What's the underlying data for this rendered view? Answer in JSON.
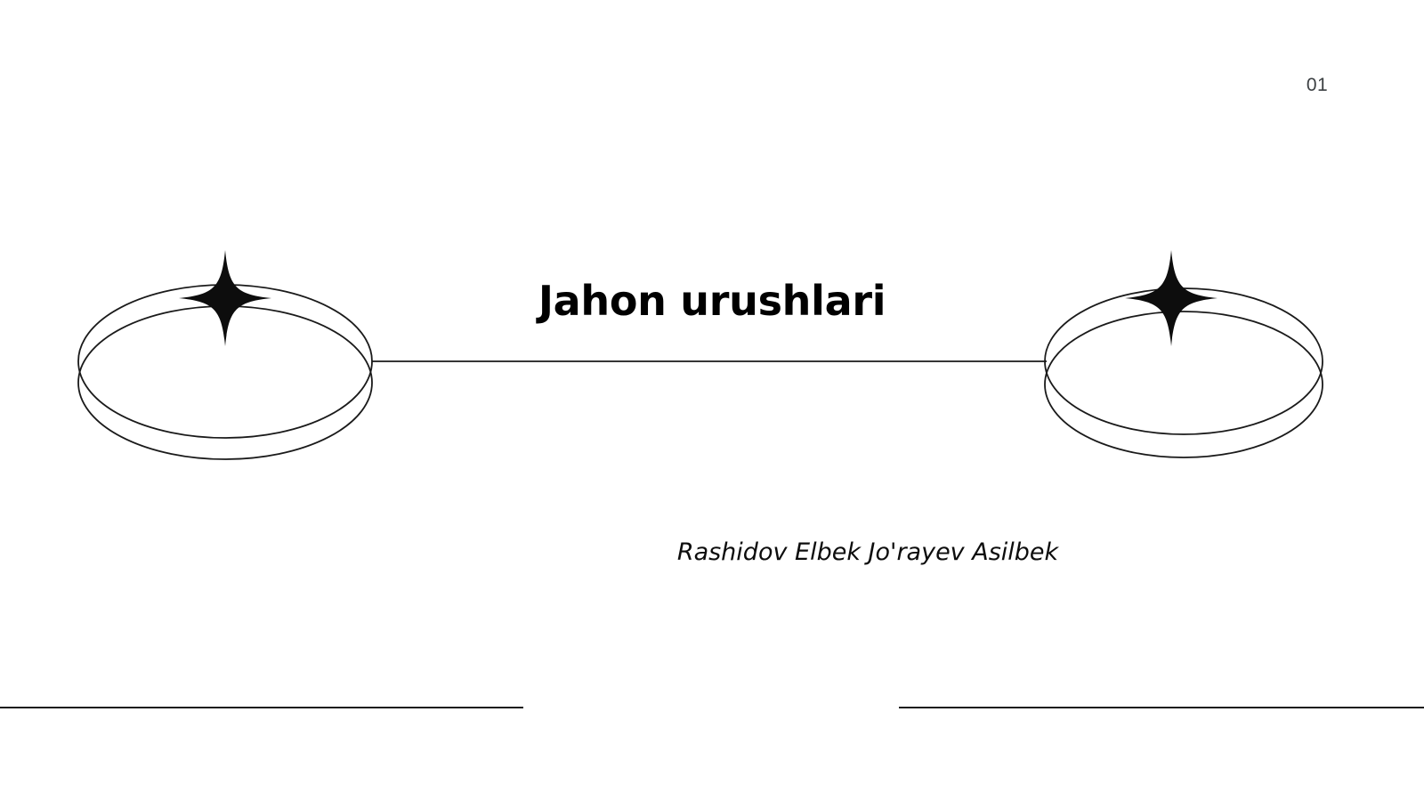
{
  "slide": {
    "background_color": "#ffffff",
    "page_number": "01",
    "title": "Jahon urushlari",
    "subtitle": "Rashidov Elbek Jo'rayev Asilbek"
  },
  "decoration": {
    "left_ornament_label": "double-ellipse-with-sparkle",
    "right_ornament_label": "double-ellipse-with-sparkle",
    "connector_label": "horizontal-connector-line",
    "stroke_color": "#1a1a1a",
    "sparkle_fill": "#0d0d0d"
  },
  "footer": {
    "left_rule_label": "divider-left",
    "right_rule_label": "divider-right",
    "rule_color": "#1a1a1a"
  }
}
